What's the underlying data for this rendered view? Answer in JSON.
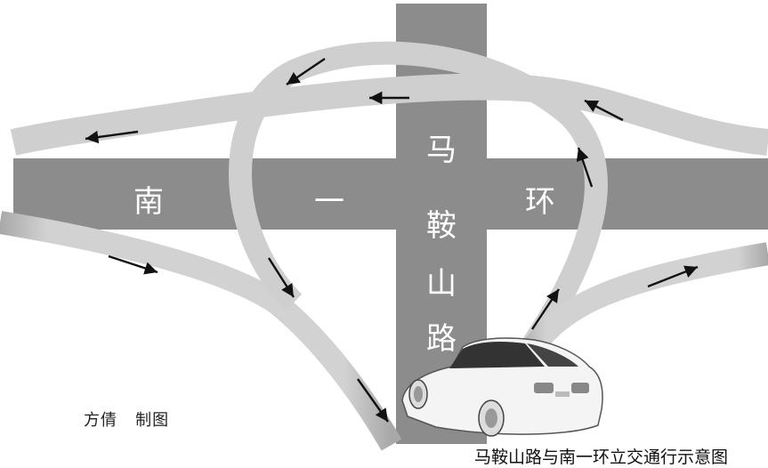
{
  "roads": {
    "horizontal": [
      "南",
      "一",
      "环"
    ],
    "vertical": [
      "马",
      "鞍",
      "山",
      "路"
    ]
  },
  "credit": {
    "author": "方倩",
    "action": "制图"
  },
  "caption": "马鞍山路与南一环立交通行示意图",
  "colors": {
    "road": "#8c8c8c",
    "ramp": "#d0d0d0",
    "ramp_edge": "#b8b8b8",
    "arrow": "#111111",
    "label": "#ffffff"
  },
  "icons": [
    "car-icon",
    "arrow-icon"
  ]
}
